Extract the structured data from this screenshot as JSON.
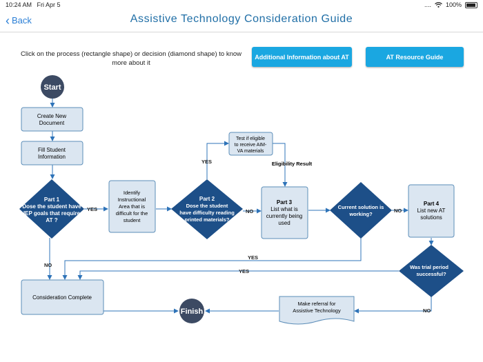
{
  "status": {
    "time": "10:24 AM",
    "date": "Fri Apr 5",
    "dots": "....",
    "wifi": "wifi-icon",
    "battery_pct": "100%"
  },
  "nav": {
    "back_label": "Back",
    "title": "Assistive Technology Consideration Guide"
  },
  "instructions": "Click on the process (rectangle shape) or decision (diamond shape) to know more about it",
  "buttons": {
    "additional_info": "Additional Information about AT",
    "resource_guide": "AT Resource Guide"
  },
  "colors": {
    "process_fill": "#dbe6f1",
    "decision_fill": "#1d4f88",
    "terminal_fill": "#3c4a63",
    "button": "#1aa7e1",
    "title": "#1f6ea6"
  },
  "flow": {
    "start": "Start",
    "create_doc": [
      "Create New",
      "Document"
    ],
    "fill_info": [
      "Fill Student",
      "Information"
    ],
    "part1": [
      "Part 1",
      "Dose the student have",
      "IEP goals that require",
      "AT ?"
    ],
    "identify": [
      "Identify",
      "Instructional",
      "Area that is",
      "difficult for the",
      "student"
    ],
    "part2": [
      "Part 2",
      "Dose the student",
      "have difficulty reading",
      "printed materials?"
    ],
    "test_aim": [
      "Test if eligible",
      "to receive AIM-",
      "VA materials"
    ],
    "eligibility": "Eligibility Result",
    "part3": [
      "Part 3",
      "List what is",
      "currently being",
      "used"
    ],
    "current_solution": [
      "Current solution is",
      "working?"
    ],
    "part4": [
      "Part 4",
      "List new AT",
      "solutions"
    ],
    "trial": [
      "Was trial period",
      "successful?"
    ],
    "consideration": "Consideration Complete",
    "referral": [
      "Make referral for",
      "Assistive Technology"
    ],
    "finish": "Finish",
    "yes": "YES",
    "no": "NO"
  }
}
